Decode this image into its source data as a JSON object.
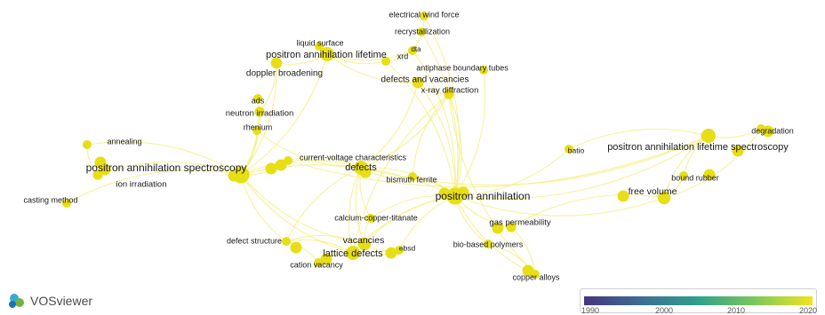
{
  "nodes": [
    {
      "id": "electrical-wind-force",
      "label": "electrical wind force",
      "size": 9
    },
    {
      "id": "recrystallization",
      "label": "recrystallization",
      "size": 9
    },
    {
      "id": "dta",
      "label": "dta",
      "size": 8
    },
    {
      "id": "liquid-surface",
      "label": "liquid surface",
      "size": 9
    },
    {
      "id": "positron-annihilation-lifetime",
      "label": "positron annihilation lifetime",
      "size": 11
    },
    {
      "id": "xrd",
      "label": "xrd",
      "size": 9
    },
    {
      "id": "antiphase-boundary-tubes",
      "label": "antiphase boundary tubes",
      "size": 9
    },
    {
      "id": "doppler-broadening",
      "label": "doppler broadening",
      "size": 10
    },
    {
      "id": "defects-and-vacancies",
      "label": "defects and vacancies",
      "size": 10
    },
    {
      "id": "x-ray-diffraction",
      "label": "x-ray diffraction",
      "size": 9.5
    },
    {
      "id": "ads",
      "label": "ads",
      "size": 9
    },
    {
      "id": "neutron-irradiation",
      "label": "neutron irradiation",
      "size": 9.5
    },
    {
      "id": "rhenium",
      "label": "rhenium",
      "size": 9
    },
    {
      "id": "annealing",
      "label": "annealing",
      "size": 9
    },
    {
      "id": "degradation",
      "label": "degradation",
      "size": 9
    },
    {
      "id": "current-voltage-characteristics",
      "label": "current-voltage characteristics",
      "size": 9
    },
    {
      "id": "batio",
      "label": "batio",
      "size": 8.5
    },
    {
      "id": "positron-annihilation-lifetime-spectroscopy",
      "label": "positron annihilation lifetime spectroscopy",
      "size": 11
    },
    {
      "id": "positron-annihilation-spectroscopy",
      "label": "positron annihilation spectroscopy",
      "size": 12
    },
    {
      "id": "defects",
      "label": "defects",
      "size": 11
    },
    {
      "id": "bismuth-ferrite",
      "label": "bismuth ferrite",
      "size": 9
    },
    {
      "id": "bound-rubber",
      "label": "bound rubber",
      "size": 9
    },
    {
      "id": "ion-irradiation",
      "label": "ion irradiation",
      "size": 9.5
    },
    {
      "id": "free-volume",
      "label": "free volume",
      "size": 10.5
    },
    {
      "id": "casting-method",
      "label": "casting method",
      "size": 9
    },
    {
      "id": "positron-annihilation",
      "label": "positron annihilation",
      "size": 12
    },
    {
      "id": "calcium-copper-titanate",
      "label": "calcium-copper-titanate",
      "size": 9
    },
    {
      "id": "gas-permeability",
      "label": "gas permeability",
      "size": 9.5
    },
    {
      "id": "defect-structure",
      "label": "defect structure",
      "size": 9
    },
    {
      "id": "vacancies",
      "label": "vacancies",
      "size": 10.5
    },
    {
      "id": "ebsd",
      "label": "ebsd",
      "size": 8.5
    },
    {
      "id": "lattice-defects",
      "label": "lattice defects",
      "size": 11
    },
    {
      "id": "bio-based-polymers",
      "label": "bio-based polymers",
      "size": 9
    },
    {
      "id": "cation-vacancy",
      "label": "cation vacancy",
      "size": 9
    },
    {
      "id": "copper-alloys",
      "label": "copper alloys",
      "size": 9
    }
  ],
  "brand": {
    "name": "VOSviewer"
  },
  "legend": {
    "ticks": [
      "1990",
      "2000",
      "2010",
      "2020"
    ],
    "colors": [
      "#45357f",
      "#3d6d93",
      "#2fa08b",
      "#7cc95a",
      "#f1e51d"
    ]
  },
  "colors": {
    "node": "#e8de15",
    "link": "#f4ec7a",
    "label": "#1a1a1a"
  }
}
